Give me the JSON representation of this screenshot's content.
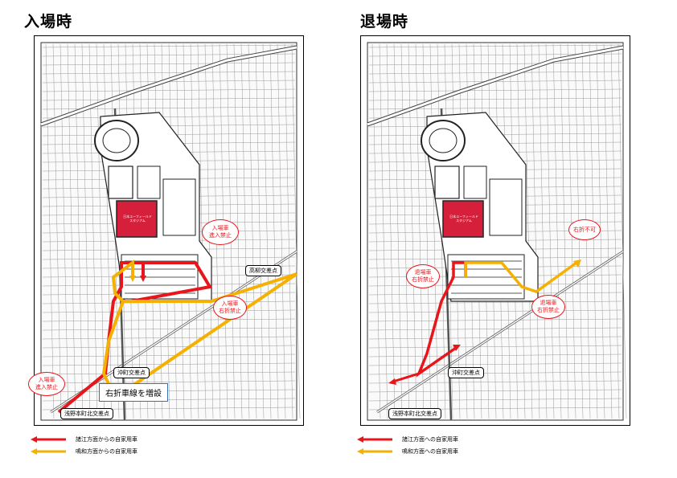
{
  "colors": {
    "entry_from_east": "#e8151b",
    "entry_from_west": "#f5b000",
    "map_line": "#555555"
  },
  "left_panel": {
    "title": "入場時",
    "stadium_label": "日本ユーフィールド\nスタジアム",
    "callouts": [
      "入場車\n進入禁止",
      "入場車\n右折禁止",
      "入場車\n進入禁止"
    ],
    "junctions": [
      "高柳交差点",
      "沖町交差点",
      "浅野本町北交差点"
    ],
    "note": "右折車線を増設",
    "legend": [
      "諸江方面からの自家用車",
      "鳴和方面からの自家用車"
    ]
  },
  "right_panel": {
    "title": "退場時",
    "stadium_label": "日本ユーフィールド\nスタジアム",
    "callouts": [
      "右折不可",
      "退場車\n右折禁止",
      "退場車\n右折禁止"
    ],
    "junctions": [
      "沖町交差点",
      "浅野本町北交差点"
    ],
    "legend": [
      "諸江方面への自家用車",
      "鳴和方面への自家用車"
    ]
  }
}
